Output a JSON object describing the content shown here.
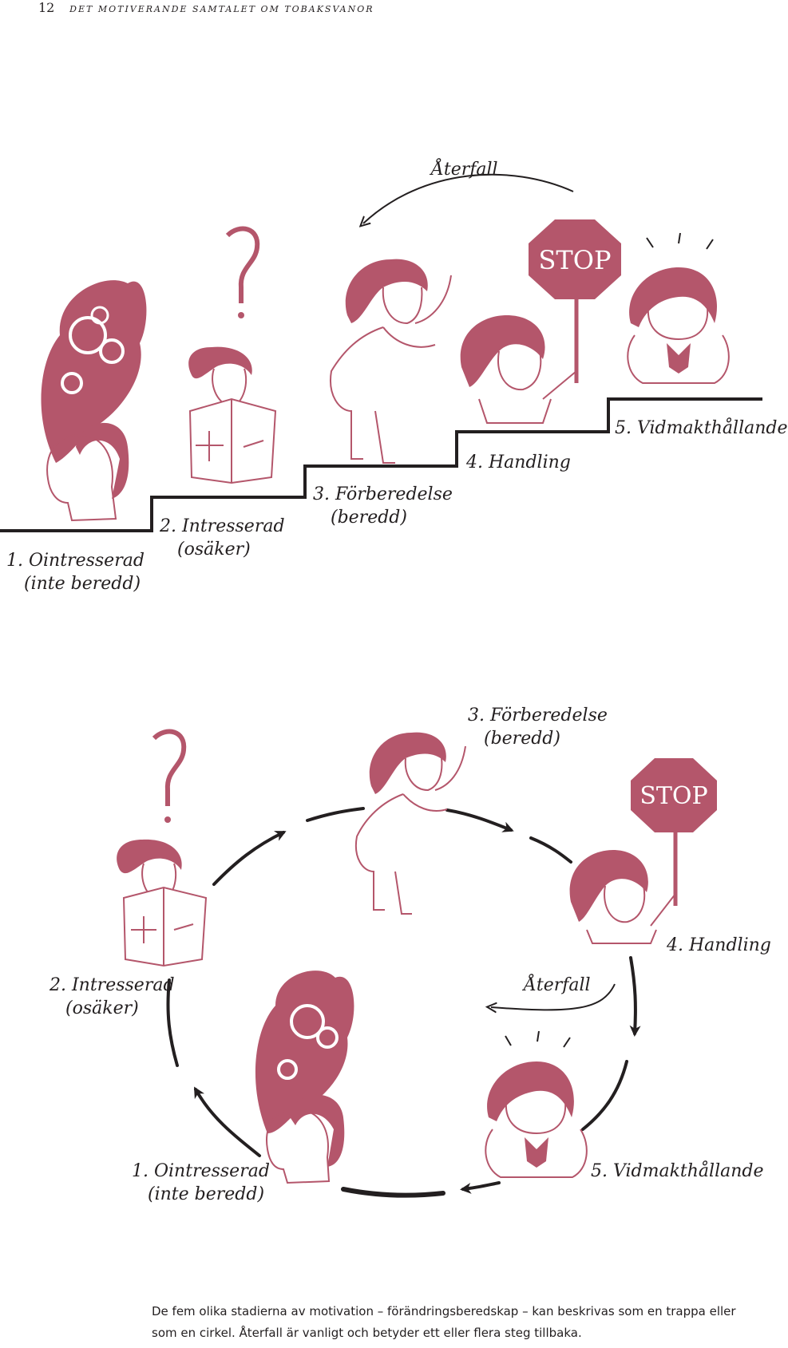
{
  "header": {
    "page_number": "12",
    "running_title": "DET MOTIVERANDE SAMTALET OM TOBAKSVANOR"
  },
  "staircase": {
    "relapse": "Återfall",
    "stop_sign": "STOP",
    "stages": [
      {
        "line1": "1. Ointresserad",
        "line2": "(inte beredd)"
      },
      {
        "line1": "2. Intresserad",
        "line2": "(osäker)"
      },
      {
        "line1": "3. Förberedelse",
        "line2": "(beredd)"
      },
      {
        "line1": "4. Handling",
        "line2": ""
      },
      {
        "line1": "5. Vidmakthållande",
        "line2": ""
      }
    ]
  },
  "circle": {
    "relapse": "Återfall",
    "stop_sign": "STOP",
    "stages": [
      {
        "line1": "1. Ointresserad",
        "line2": "(inte beredd)"
      },
      {
        "line1": "2. Intresserad",
        "line2": "(osäker)"
      },
      {
        "line1": "3. Förberedelse",
        "line2": "(beredd)"
      },
      {
        "line1": "4. Handling",
        "line2": ""
      },
      {
        "line1": "5. Vidmakthållande",
        "line2": ""
      }
    ]
  },
  "caption": "De fem olika stadierna av motivation – förändringsberedskap – kan beskrivas som en trappa eller som en cirkel. Återfall är vanligt och betyder ett eller flera steg tillbaka."
}
